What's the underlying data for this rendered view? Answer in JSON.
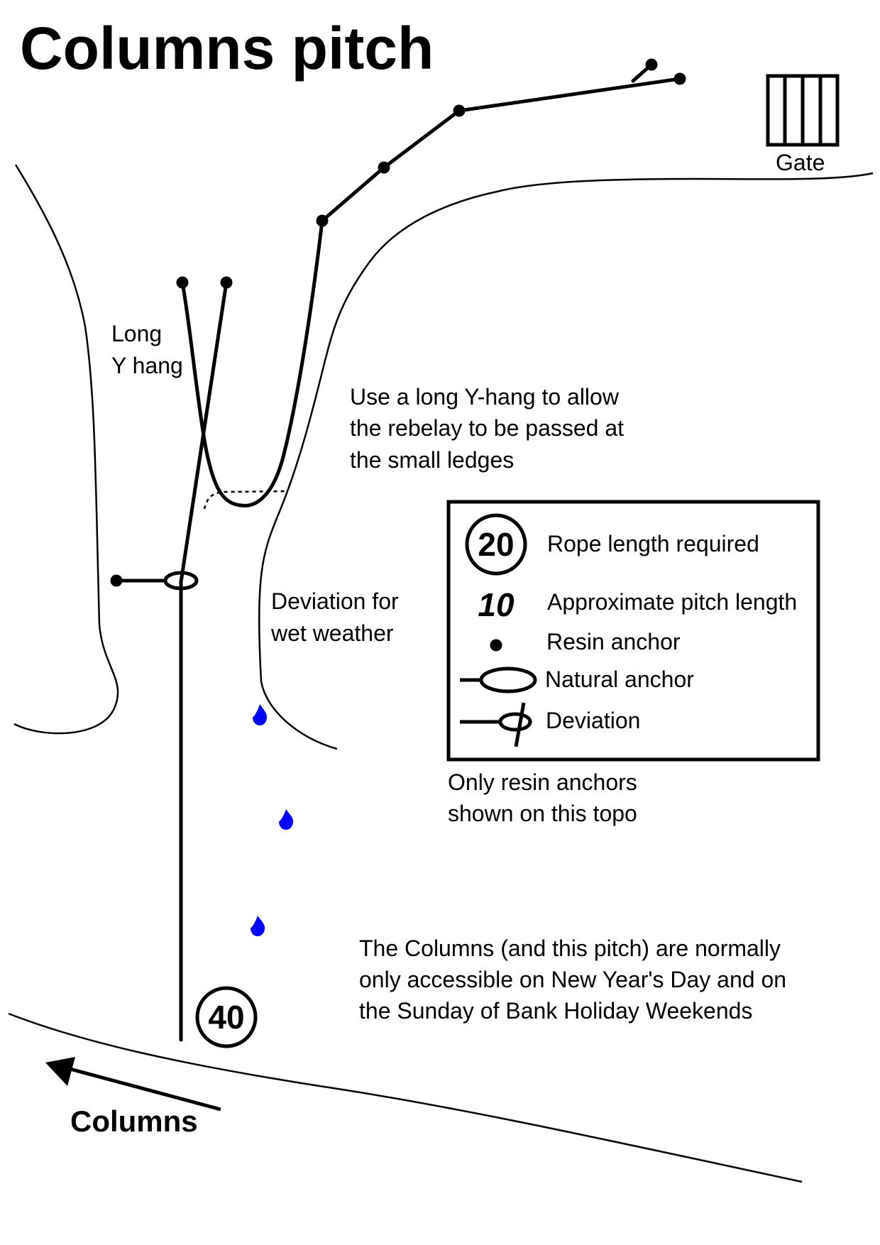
{
  "title": "Columns pitch",
  "labels": {
    "gate": "Gate",
    "long_y_hang_line1": "Long",
    "long_y_hang_line2": "Y hang",
    "y_hang_note": [
      "Use a long Y-hang to allow",
      "the rebelay to be passed at",
      "the small ledges"
    ],
    "deviation_note": [
      "Deviation for",
      "wet weather"
    ],
    "resin_note": [
      "Only resin anchors",
      "shown on this topo"
    ],
    "access_note": [
      "The Columns (and this pitch) are normally",
      "only accessible on New Year's Day and on",
      "the Sunday of Bank Holiday Weekends"
    ],
    "columns_direction": "Columns",
    "rope_length": "40"
  },
  "legend": {
    "rope_length_example": "20",
    "rope_length_label": "Rope length required",
    "pitch_length_example": "10",
    "pitch_length_label": "Approximate pitch length",
    "resin_anchor_label": "Resin anchor",
    "natural_anchor_label": "Natural anchor",
    "deviation_label": "Deviation"
  },
  "colors": {
    "line": "#000000",
    "water_drop": "#0000ff",
    "background": "#ffffff"
  },
  "icons": [
    "gate-icon",
    "water-drop-icon",
    "arrow-icon",
    "resin-anchor-icon",
    "natural-anchor-icon",
    "deviation-icon"
  ]
}
